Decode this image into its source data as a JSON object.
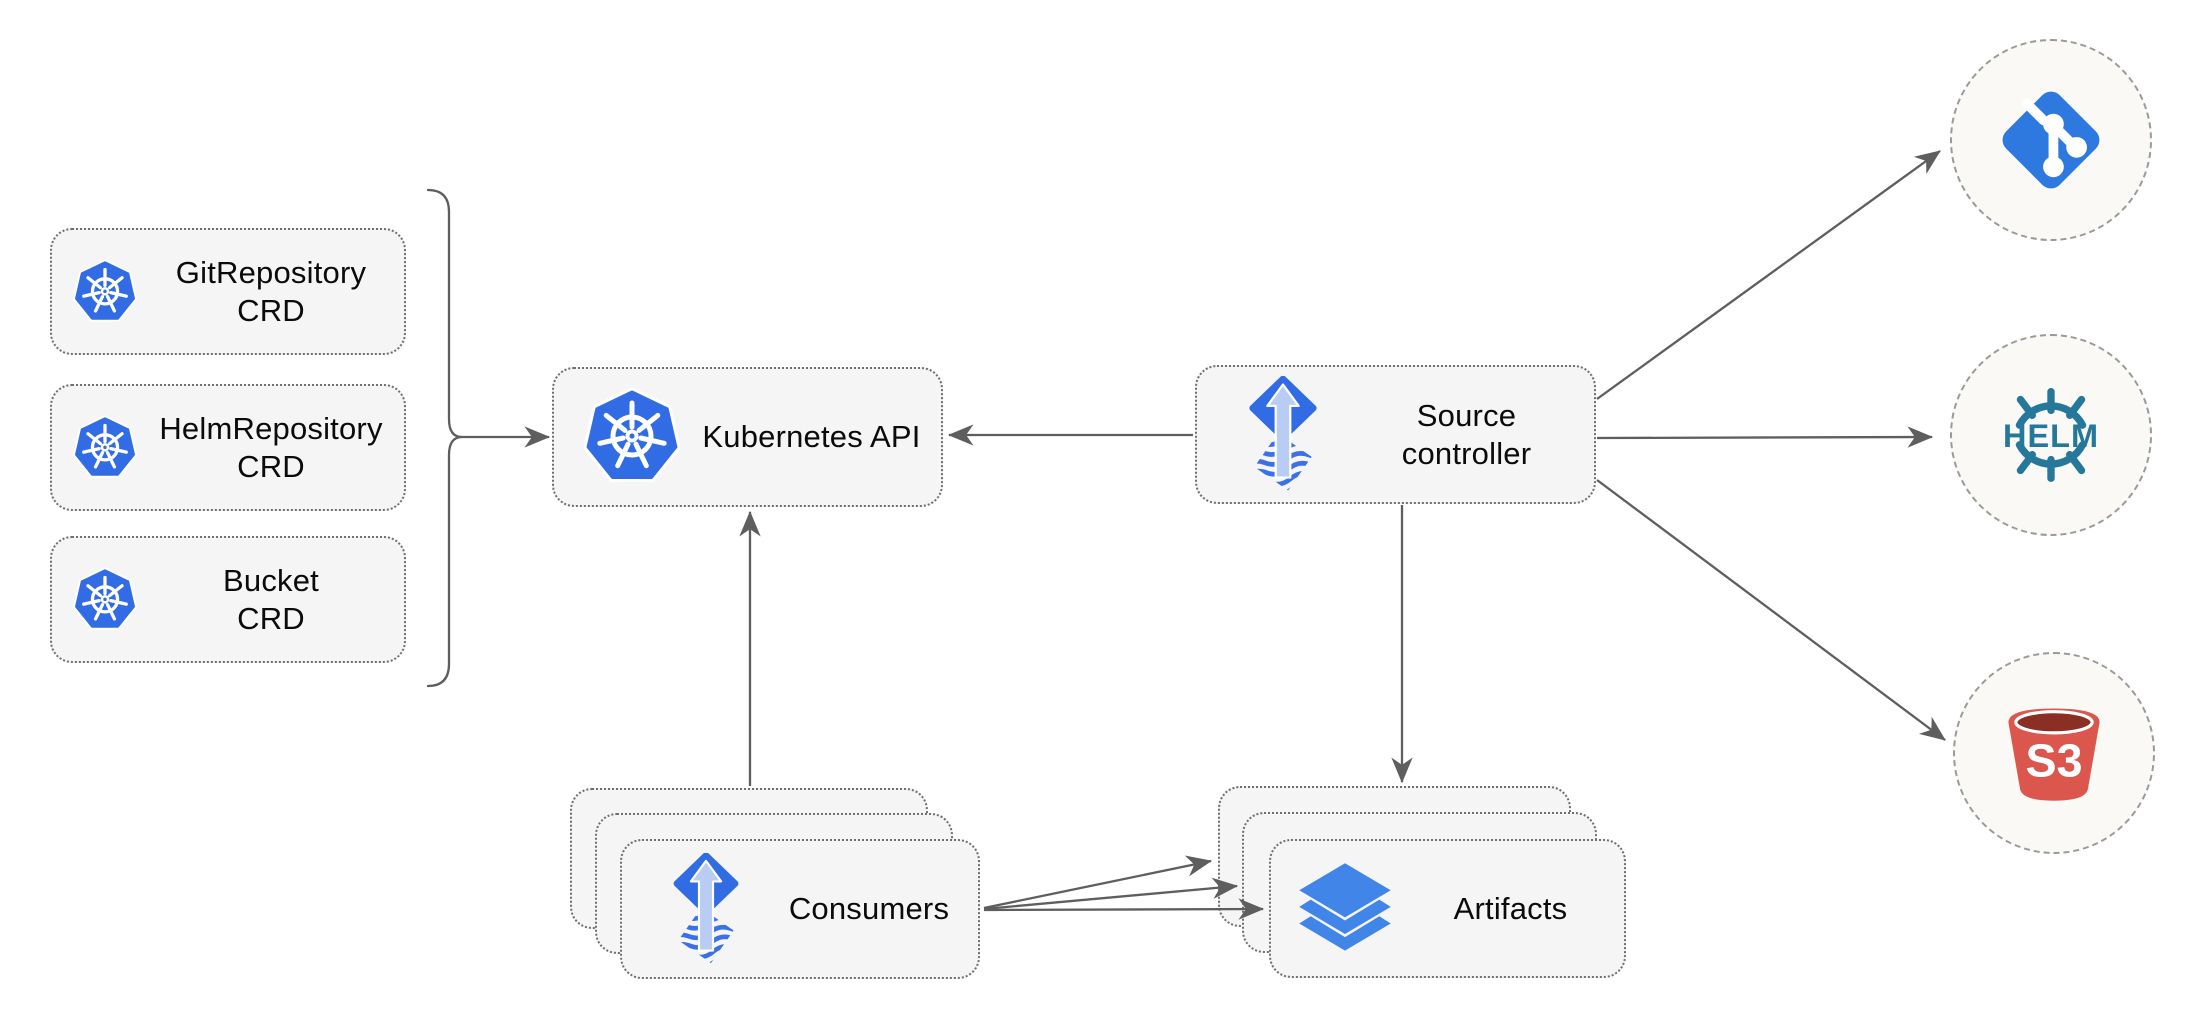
{
  "diagram": {
    "colors": {
      "background": "#ffffff",
      "node_fill": "#f5f5f5",
      "node_border": "#6f6f6f",
      "circle_fill": "#faf9f5",
      "circle_border": "#9a9a9a",
      "arrow": "#5e5e5e",
      "kubernetes_blue": "#326ce5",
      "flux_blue": "#316ce4",
      "flux_arrow_light_blue": "#b9cdf4",
      "git_blue": "#2e79df",
      "helm_teal": "#26789b",
      "s3_red": "#db574d",
      "s3_dark_red": "#8a2f23",
      "layers_blue": "#4285e8",
      "text": "#0b0b0b"
    },
    "nodes": {
      "crd_boxes": [
        {
          "label": "GitRepository\nCRD",
          "icon": "kubernetes-icon"
        },
        {
          "label": "HelmRepository\nCRD",
          "icon": "kubernetes-icon"
        },
        {
          "label": "Bucket\nCRD",
          "icon": "kubernetes-icon"
        }
      ],
      "kubernetes_api": {
        "label": "Kubernetes API",
        "icon": "kubernetes-icon"
      },
      "source_controller": {
        "label": "Source\ncontroller",
        "icon": "flux-icon"
      },
      "consumers": {
        "label": "Consumers",
        "icon": "flux-icon",
        "stacked_copies": 3
      },
      "artifacts": {
        "label": "Artifacts",
        "icon": "layers-icon",
        "stacked_copies": 3
      },
      "sources": [
        {
          "name": "git-repository",
          "icon": "git-icon",
          "text": ""
        },
        {
          "name": "helm-repository",
          "icon": "helm-icon",
          "text": "HELM"
        },
        {
          "name": "s3-bucket",
          "icon": "s3-bucket-icon",
          "text": "S3"
        }
      ]
    },
    "connections": [
      "crd-group -> kubernetes-api",
      "source-controller -> kubernetes-api",
      "consumers -> kubernetes-api",
      "source-controller -> artifacts",
      "source-controller -> git-repository",
      "source-controller -> helm-repository",
      "source-controller -> s3-bucket",
      "consumers -> artifacts (x3)"
    ]
  }
}
